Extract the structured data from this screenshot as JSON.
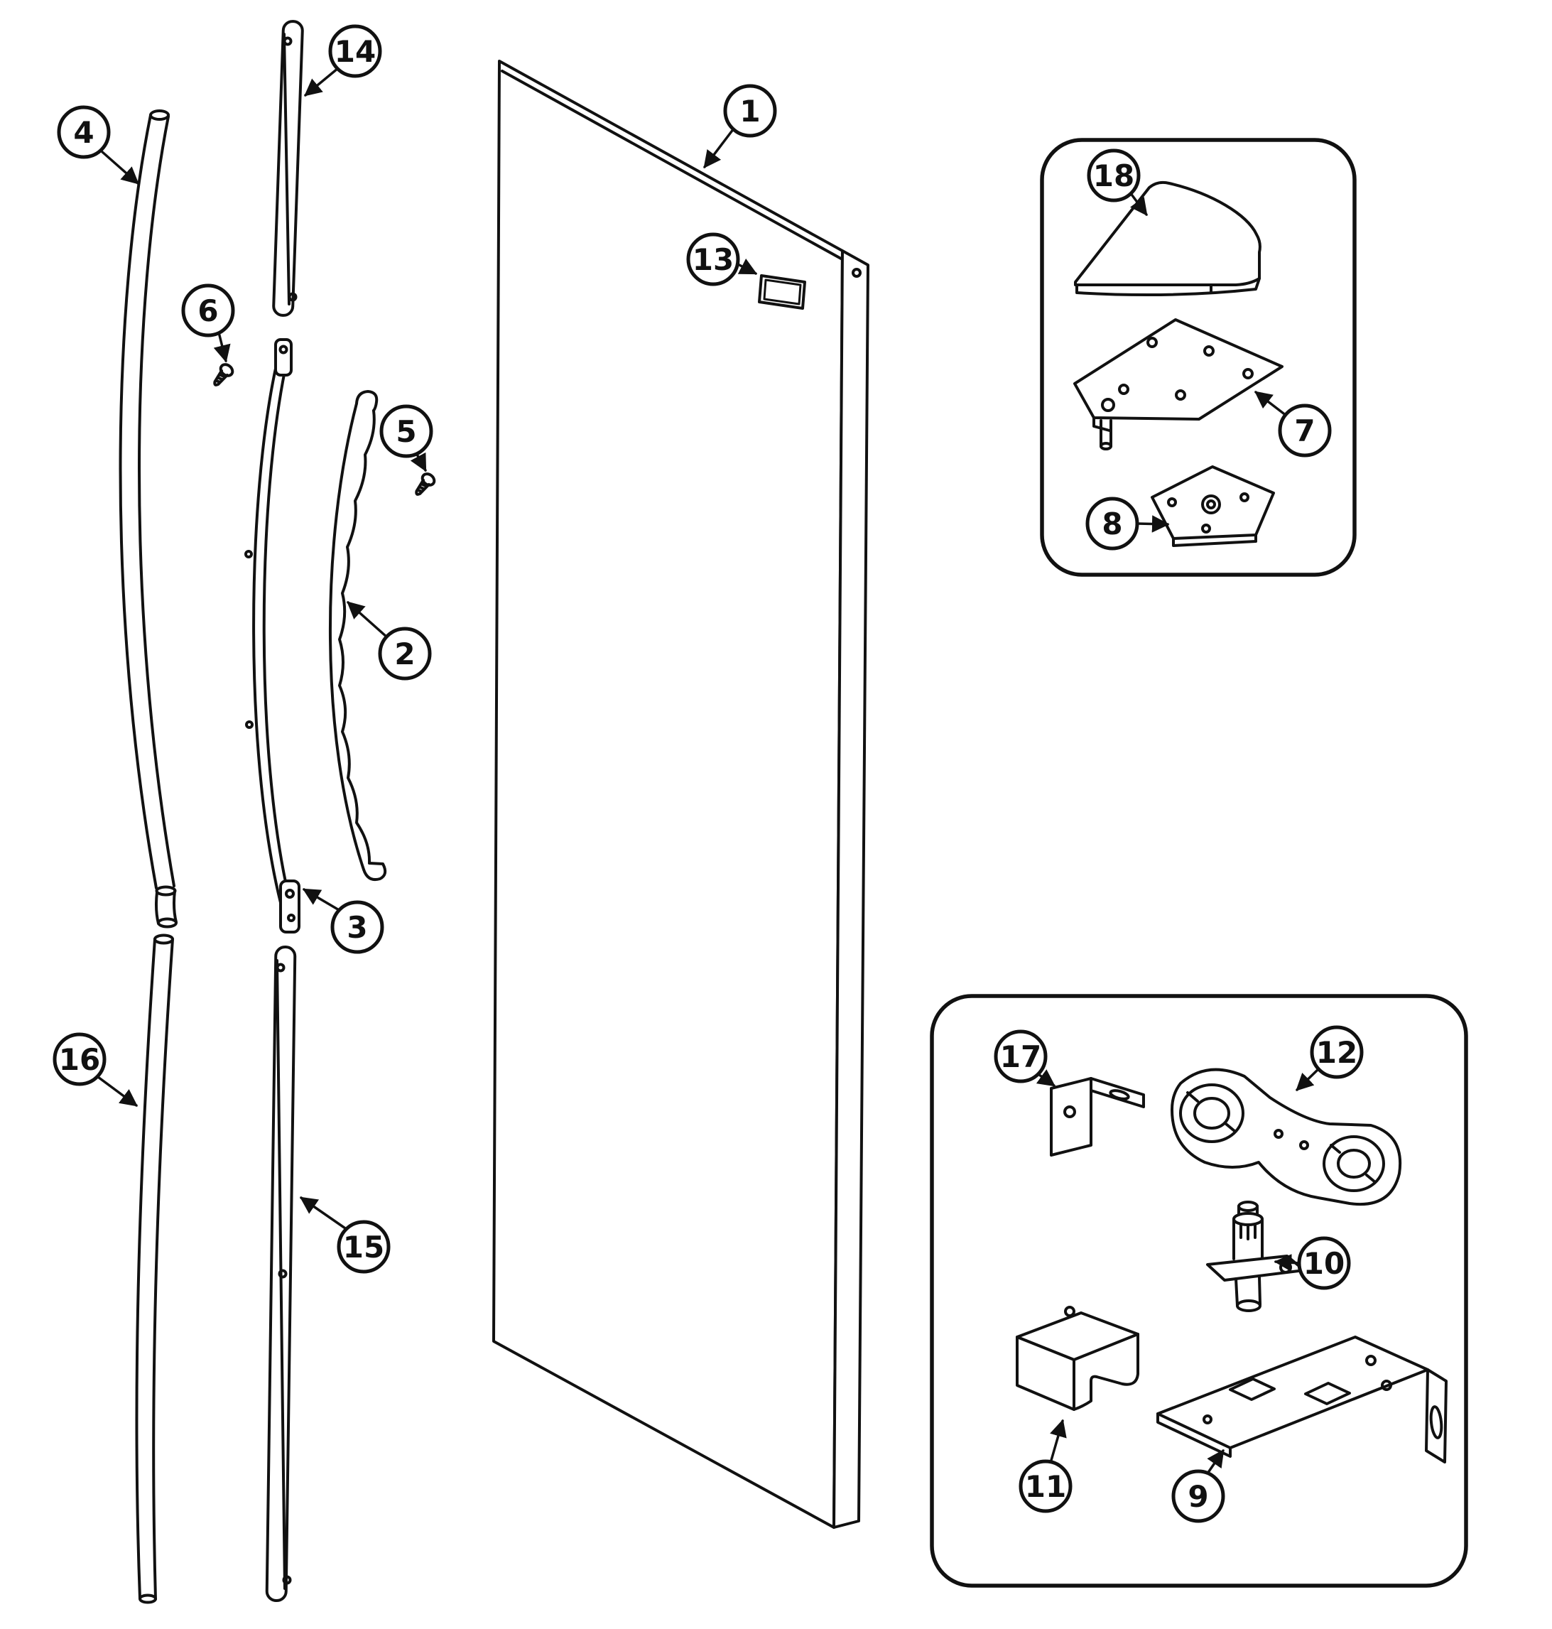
{
  "figure": {
    "colors": {
      "background": "#ffffff",
      "line": "#111111"
    },
    "callouts": [
      {
        "label": "1"
      },
      {
        "label": "2"
      },
      {
        "label": "3"
      },
      {
        "label": "4"
      },
      {
        "label": "5"
      },
      {
        "label": "6"
      },
      {
        "label": "7"
      },
      {
        "label": "8"
      },
      {
        "label": "9"
      },
      {
        "label": "10"
      },
      {
        "label": "11"
      },
      {
        "label": "12"
      },
      {
        "label": "13"
      },
      {
        "label": "14"
      },
      {
        "label": "15"
      },
      {
        "label": "16"
      },
      {
        "label": "17"
      },
      {
        "label": "18"
      }
    ]
  }
}
